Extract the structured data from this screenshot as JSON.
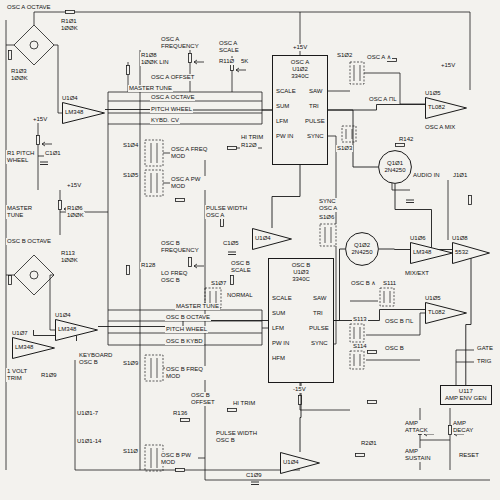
{
  "diagram": {
    "nodes": [
      {
        "text": [
          "U1Ø4",
          "LM348"
        ]
      },
      {
        "text": [
          "OSC A",
          "U1Ø2",
          "3340C"
        ]
      },
      {
        "text": [
          "U1Ø5",
          "TL082"
        ]
      },
      {
        "text": [
          "Q1Ø1",
          "2N4250"
        ]
      },
      {
        "text": [
          "U1Ø4"
        ]
      },
      {
        "text": [
          "Q1Ø2",
          "2N4250"
        ]
      },
      {
        "text": [
          "U1Ø6",
          "LM348"
        ]
      },
      {
        "text": [
          "U1Ø8",
          "5532"
        ]
      },
      {
        "text": [
          "OSC B",
          "U1Ø3",
          "3340C"
        ]
      },
      {
        "text": [
          "U1Ø5",
          "TL082"
        ]
      },
      {
        "text": [
          "U1Ø4",
          "LM348"
        ]
      },
      {
        "text": [
          "U1Ø7",
          "LM348"
        ]
      },
      {
        "text": [
          "U117",
          "AMP ENV GEN"
        ]
      },
      {
        "text": [
          "U1Ø4"
        ]
      }
    ],
    "edges": [
      {
        "from": 0,
        "to": 1,
        "arrow": "none"
      },
      {
        "from": 1,
        "to": 2,
        "arrow": "none"
      },
      {
        "from": 1,
        "to": 3,
        "arrow": "none"
      },
      {
        "from": 4,
        "to": 1,
        "arrow": "none"
      },
      {
        "from": 3,
        "to": 6,
        "arrow": "none"
      },
      {
        "from": 5,
        "to": 6,
        "arrow": "none"
      },
      {
        "from": 6,
        "to": 7,
        "arrow": "none"
      },
      {
        "from": 8,
        "to": 5,
        "arrow": "none"
      },
      {
        "from": 8,
        "to": 9,
        "arrow": "none"
      },
      {
        "from": 7,
        "to": 12,
        "arrow": "none"
      },
      {
        "from": 10,
        "to": 8,
        "arrow": "none"
      },
      {
        "from": 11,
        "to": 10,
        "arrow": "none"
      },
      {
        "from": 13,
        "to": 8,
        "arrow": "none"
      }
    ],
    "labels": [
      "OSC A OCTAVE",
      "R1Ø1",
      "1ØØK",
      "R1Ø3",
      "1ØØK",
      "+15V",
      "R1 PITCH WHEEL",
      "C1Ø1",
      "+15V",
      "MASTER TUNE",
      "R1Ø6",
      "1ØØK",
      "OSC B OCTAVE",
      "R113",
      "1ØØK",
      "1 VOLT TRIM",
      "R1Ø9",
      "KEYBOARD OSC B",
      "U1Ø1-7",
      "U1Ø1-14",
      "OSC A FREQUENCY",
      "R1Ø8",
      "1ØØK LIN",
      "OSC A OFFSET",
      "OSC A SCALE",
      "R11Ø",
      "5K",
      "MASTER TUNE",
      "OSC A OCTAVE",
      "PITCH WHEEL",
      "KYBD. CV",
      "HI TRIM",
      "R12Ø",
      "S1Ø4",
      "OSC A FREQ MOD",
      "S1Ø5",
      "OSC A PW MOD",
      "PULSE WIDTH OSC A",
      "C1Ø5",
      "OSC B FREQUENCY",
      "R128",
      "LO FREQ OSC B",
      "S1Ø7",
      "NORMAL",
      "OSC B SCALE",
      "MASTER TUNE",
      "OSC B OCTAVE",
      "PITCH WHEEL",
      "OSC B KYBD",
      "S1Ø9",
      "OSC B FREQ MOD",
      "OSC B OFFSET",
      "R136",
      "HI TRIM",
      "S11Ø",
      "OSC B PW MOD",
      "PULSE WIDTH OSC B",
      "C1Ø9",
      "SCALE",
      "SUM",
      "LFM",
      "PW IN",
      "SAW",
      "TRI",
      "PULSE",
      "SYNC",
      "SCALE",
      "SUM",
      "LFM",
      "PW IN",
      "HFM",
      "SAW",
      "TRI",
      "PULSE",
      "SYNC",
      "+15V",
      "-15V",
      "SYNC OSC A",
      "S1Ø6",
      "OSC A ∧",
      "S1Ø2",
      "OSC A ⊓L",
      "S1Ø3",
      "OSC A MIX",
      "R142",
      "AUDIO IN",
      "J1Ø1",
      "MIX/EXT",
      "S111",
      "OSC B ∧",
      "OSC B ⊓L",
      "S113",
      "OSC B",
      "S114",
      "GATE",
      "TRIG",
      "AMP ATTACK",
      "AMP DECAY",
      "AMP SUSTAIN",
      "RESET",
      "R2Ø1",
      "+15V"
    ]
  }
}
